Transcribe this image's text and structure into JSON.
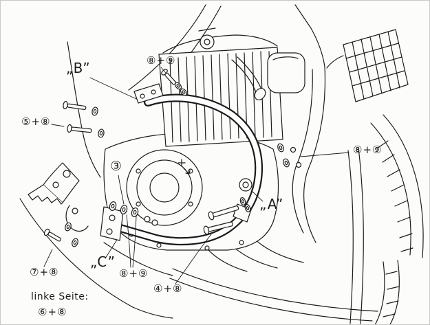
{
  "diagram": {
    "kind": "motorcycle engine-guard assembly drawing",
    "labels": {
      "b": "„B”",
      "top_fasteners": "⑧+⑨",
      "left_fasteners": "⑤+⑧",
      "part_three": "③",
      "right_fasteners": "⑧+⑨",
      "a": "„A”",
      "bottom_left_fasteners": "⑦+⑧",
      "c": "„C”",
      "bottom_center_fasteners": "⑧+⑨",
      "lower_engine_fasteners": "④+⑧",
      "note_line1": "linke Seite:",
      "note_line2": "⑥+⑧"
    },
    "colors": {
      "ink": "#1c1c1c",
      "paper": "#fcfcfa",
      "tube_fill": "#ffffff"
    }
  }
}
